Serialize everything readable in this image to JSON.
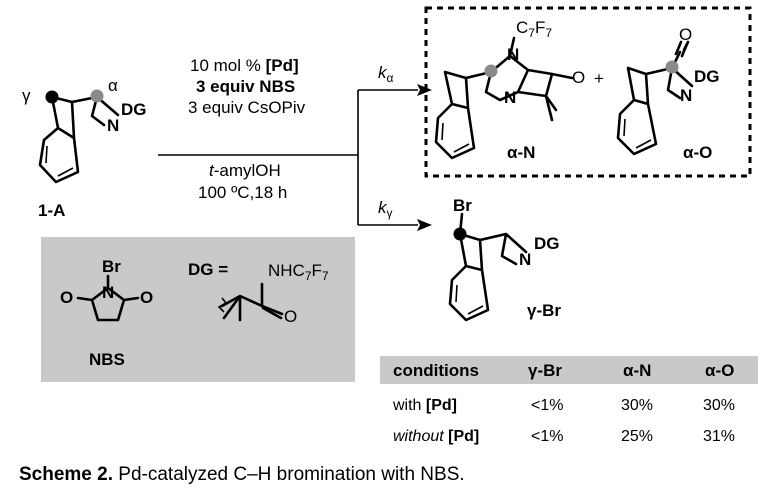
{
  "scheme": {
    "caption_bold": "Scheme 2.",
    "caption_text": " Pd-catalyzed C–H bromination with NBS.",
    "reactant": {
      "label": "1-A",
      "gamma": "γ",
      "alpha": "α",
      "n": "N",
      "dg": "DG"
    },
    "conditions": {
      "line1_pre": "10 mol % ",
      "line1_bold": "[Pd]",
      "line2": "3 equiv NBS",
      "line3": "3 equiv CsOPiv",
      "line4_italic": "t",
      "line4_rest": "-amylOH",
      "line5": "100 ºC,18 h"
    },
    "k_alpha": {
      "k": "k",
      "sub": "α"
    },
    "k_gamma": {
      "k": "k",
      "sub": "γ"
    },
    "product_aN": {
      "label": "α-N",
      "c7f7_c": "C",
      "c7f7_7": "7",
      "c7f7_f": "F",
      "c7f7_7b": "7",
      "n1": "N",
      "n2": "N",
      "o": "O"
    },
    "plus": "+",
    "product_aO": {
      "label": "α-O",
      "o": "O",
      "n": "N",
      "dg": "DG"
    },
    "product_gBr": {
      "label": "γ-Br",
      "br": "Br",
      "n": "N",
      "dg": "DG"
    },
    "legend": {
      "nbs_label": "NBS",
      "nbs_br": "Br",
      "nbs_n": "N",
      "nbs_o1": "O",
      "nbs_o2": "O",
      "dg_eq": "DG =",
      "dg_nh": "NHC",
      "dg_7a": "7",
      "dg_f": "F",
      "dg_7b": "7",
      "dg_o": "O"
    },
    "table": {
      "headers": [
        "conditions",
        "γ-Br",
        "α-N",
        "α-O"
      ],
      "rows": [
        {
          "pre": "with ",
          "pd": "[Pd]",
          "italic": false,
          "gbr": "<1%",
          "an": "30%",
          "ao": "30%"
        },
        {
          "pre": "without ",
          "pd": "[Pd]",
          "italic": true,
          "gbr": "<1%",
          "an": "25%",
          "ao": "31%"
        }
      ]
    }
  }
}
